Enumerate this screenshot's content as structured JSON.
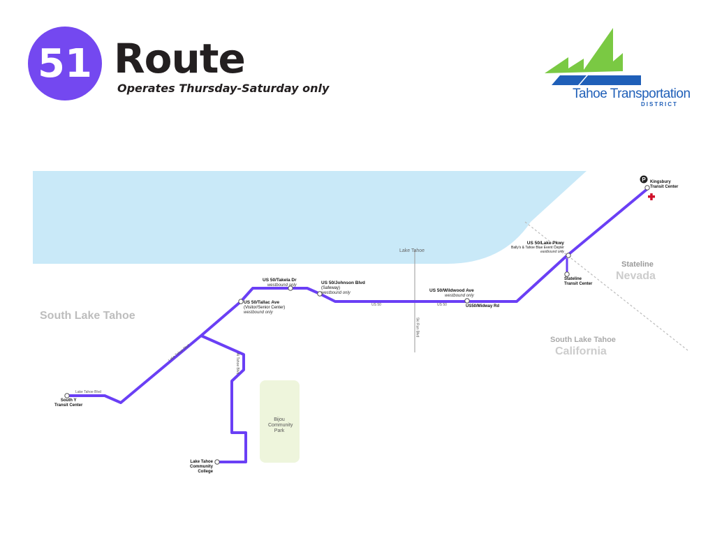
{
  "header": {
    "route_number": "51",
    "title": "Route",
    "subtitle": "Operates Thursday-Saturday only"
  },
  "logo": {
    "name": "Tahoe Transportation",
    "sub": "DISTRICT"
  },
  "colors": {
    "route": "#6a3ff5",
    "lake": "#c9e9f8",
    "park": "#eef5dc",
    "logo_green": "#7ac943",
    "logo_blue": "#1f5fb8",
    "hospital": "#d0102a"
  },
  "map": {
    "lake_label": "Lake Tahoe",
    "areas": {
      "south_lake_tahoe": "South Lake Tahoe",
      "stateline": "Stateline",
      "nevada": "Nevada",
      "slt_ca": "South Lake Tahoe",
      "california": "California"
    },
    "park": {
      "line1": "Bijou",
      "line2": "Community",
      "line3": "Park"
    },
    "roads": {
      "lake_tahoe_blvd_1": "Lake Tahoe Blvd",
      "lake_tahoe_blvd_2": "Lake Tahoe Blvd",
      "al_tahoe_blvd": "Al Tahoe Blvd",
      "us50_1": "US 50",
      "us50_2": "US 50",
      "ski_run_blvd": "Ski Run Blvd"
    },
    "stops": {
      "south_y": {
        "name1": "South Y",
        "name2": "Transit Center"
      },
      "tallac": {
        "name": "US 50/Tallac Ave",
        "note1": "(Visitor/Senior Center)",
        "note2": "westbound only"
      },
      "takela": {
        "name": "US 50/Takela Dr",
        "note": "westbound only"
      },
      "johnson": {
        "name": "US 50/Johnson Blvd",
        "note1": "(Safeway)",
        "note2": "westbound only"
      },
      "wildwood": {
        "name": "US 50/Wildwood Ave",
        "note": "westbound only"
      },
      "midway": {
        "name": "US50/Midway Rd"
      },
      "lake_pkwy": {
        "name": "US 50/Lake Pkwy",
        "note1": "Bally's & Tahoe Blue Event Center",
        "note2": "eastbound only"
      },
      "stateline_tc": {
        "name1": "Stateline",
        "name2": "Transit Center"
      },
      "kingsbury": {
        "name1": "Kingsbury",
        "name2": "Transit Center"
      },
      "ltcc": {
        "name1": "Lake Tahoe",
        "name2": "Community",
        "name3": "College"
      }
    },
    "parking_icon_letter": "P"
  }
}
